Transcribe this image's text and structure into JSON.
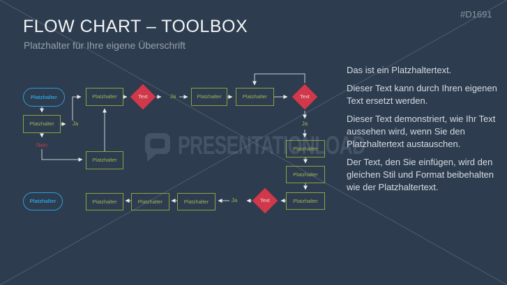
{
  "slide": {
    "title": "FLOW CHART – TOOLBOX",
    "subtitle": "Platzhalter für Ihre eigene Überschrift",
    "id_tag": "#D1691"
  },
  "watermark": {
    "brand": "PRESENTATIONLOAD"
  },
  "body_paragraphs": [
    "Das ist ein Platzhaltertext.",
    "Dieser Text kann durch Ihren eigenen Text ersetzt werden.",
    "Dieser Text  demonstriert, wie Ihr Text aussehen wird, wenn Sie den Platzhaltertext austauschen.",
    "Der Text,  den Sie einfügen, wird den gleichen Stil und Format beibehalten wie der Platzhaltertext."
  ],
  "flowchart": {
    "nodes": [
      {
        "id": "start-top",
        "type": "oval",
        "label": "Platzhalter"
      },
      {
        "id": "step-1",
        "type": "rect",
        "label": "Platzhalter"
      },
      {
        "id": "step-2",
        "type": "rect",
        "label": "Platzhalter"
      },
      {
        "id": "step-3",
        "type": "rect",
        "label": "Platzhalter"
      },
      {
        "id": "decision-1",
        "type": "diamond",
        "label": "Text"
      },
      {
        "id": "step-4",
        "type": "rect",
        "label": "Platzhalter"
      },
      {
        "id": "step-5",
        "type": "rect",
        "label": "Platzhalter"
      },
      {
        "id": "decision-2",
        "type": "diamond",
        "label": "Text"
      },
      {
        "id": "step-6",
        "type": "rect",
        "label": "Platzhalter"
      },
      {
        "id": "step-7",
        "type": "rect",
        "label": "Platzhalter"
      },
      {
        "id": "step-8",
        "type": "rect",
        "label": "Platzhalter"
      },
      {
        "id": "decision-3",
        "type": "diamond",
        "label": "Text"
      },
      {
        "id": "start-bottom",
        "type": "oval",
        "label": "Platzhalter"
      },
      {
        "id": "step-9",
        "type": "rect",
        "label": "Platzhalter"
      },
      {
        "id": "step-10",
        "type": "rect",
        "label": "Platzhalter"
      },
      {
        "id": "step-11",
        "type": "rect",
        "label": "Platzhalter"
      }
    ],
    "edge_labels": [
      {
        "id": "ja-1",
        "text": "Ja",
        "color": "green"
      },
      {
        "id": "nein-1",
        "text": "Nein",
        "color": "red"
      },
      {
        "id": "ja-2",
        "text": "Ja",
        "color": "green"
      },
      {
        "id": "ja-3",
        "text": "Ja",
        "color": "green"
      },
      {
        "id": "ja-4",
        "text": "Ja",
        "color": "green"
      }
    ]
  },
  "colors": {
    "background": "#2d3c4e",
    "accent_blue": "#2d9fd9",
    "accent_green": "#9fb654",
    "accent_red": "#d13849",
    "connector_line": "#ccd2d8",
    "body_text": "#d7dce2"
  }
}
